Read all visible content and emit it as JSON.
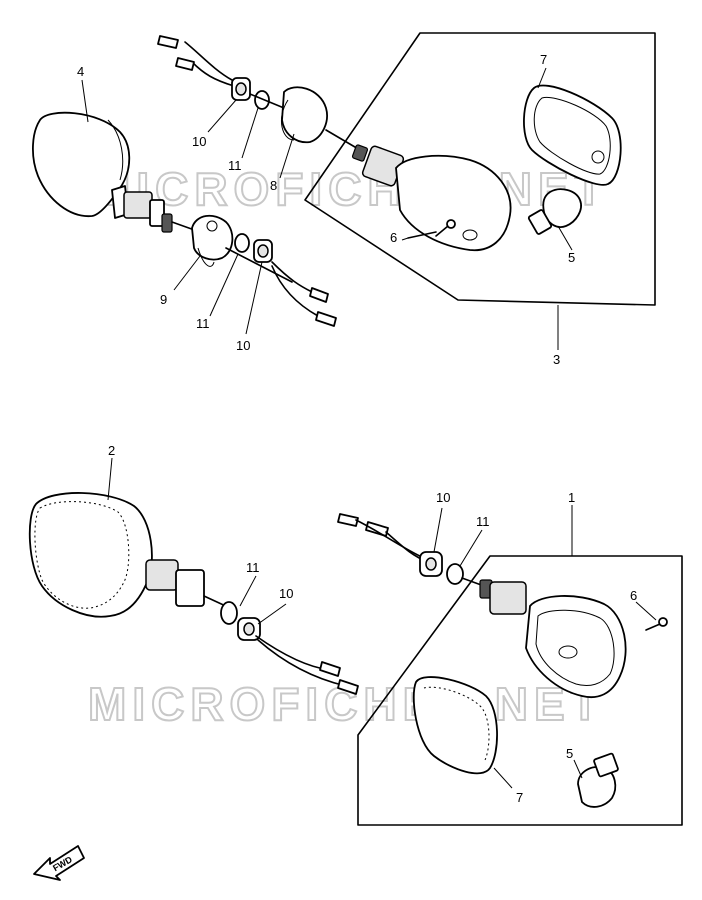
{
  "watermark": "MICROFICHES.NET",
  "forward_mark": "FWD",
  "callouts": {
    "c1": "1",
    "c2": "2",
    "c3": "3",
    "c4": "4",
    "c5a": "5",
    "c5b": "5",
    "c6a": "6",
    "c6b": "6",
    "c7a": "7",
    "c7b": "7",
    "c8": "8",
    "c9": "9",
    "c10a": "10",
    "c10b": "10",
    "c10c": "10",
    "c10d": "10",
    "c11a": "11",
    "c11b": "11",
    "c11c": "11",
    "c11d": "11"
  }
}
